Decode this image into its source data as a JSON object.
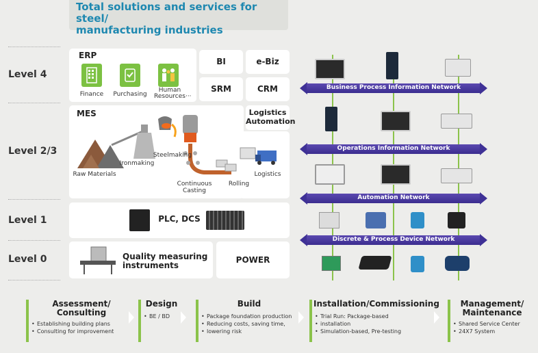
{
  "title": {
    "line1": "Total solutions and services for steel/",
    "line2": "manufacturing industries"
  },
  "levels": [
    "Level 4",
    "Level 2/3",
    "Level 1",
    "Level 0"
  ],
  "erp": {
    "header": "ERP",
    "items": [
      "Finance",
      "Purchasing",
      "Human Resources···"
    ]
  },
  "level4_boxes": [
    "BI",
    "e-Biz",
    "SRM",
    "CRM"
  ],
  "logistics_box": {
    "line1": "Logistics",
    "line2": "Automation"
  },
  "mes": {
    "header": "MES",
    "steps": [
      "Raw Materials",
      "Ironmaking",
      "Steelmaking",
      "Continuous",
      "Casting",
      "Rolling",
      "Logistics"
    ]
  },
  "level1_box": "PLC, DCS",
  "level0": {
    "quality_line1": "Quality measuring",
    "quality_line2": "instruments",
    "power": "POWER"
  },
  "networks": [
    "Business Process Information Network",
    "Operations Information Network",
    "Automation Network",
    "Discrete & Process Device Network"
  ],
  "phases": [
    {
      "title1": "Assessment/",
      "title2": "Consulting",
      "items": [
        "Establishing building plans",
        "Consulting for improvement"
      ]
    },
    {
      "title1": "Design",
      "title2": "",
      "items": [
        "BE / BD"
      ]
    },
    {
      "title1": "Build",
      "title2": "",
      "items": [
        "Package foundation production",
        "Reducing costs, saving time,",
        "lowering risk"
      ]
    },
    {
      "title1": "Installation/Commissioning",
      "title2": "",
      "items": [
        "Trial Run: Package-based",
        "installation",
        "Simulation-based, Pre-testing"
      ]
    },
    {
      "title1": "Management/",
      "title2": "Maintenance",
      "items": [
        "Shared Service Center",
        "24X7 System"
      ]
    }
  ],
  "colors": {
    "title": "#1e88b0",
    "network": "#3f3196",
    "accent_green": "#8bc34a"
  }
}
